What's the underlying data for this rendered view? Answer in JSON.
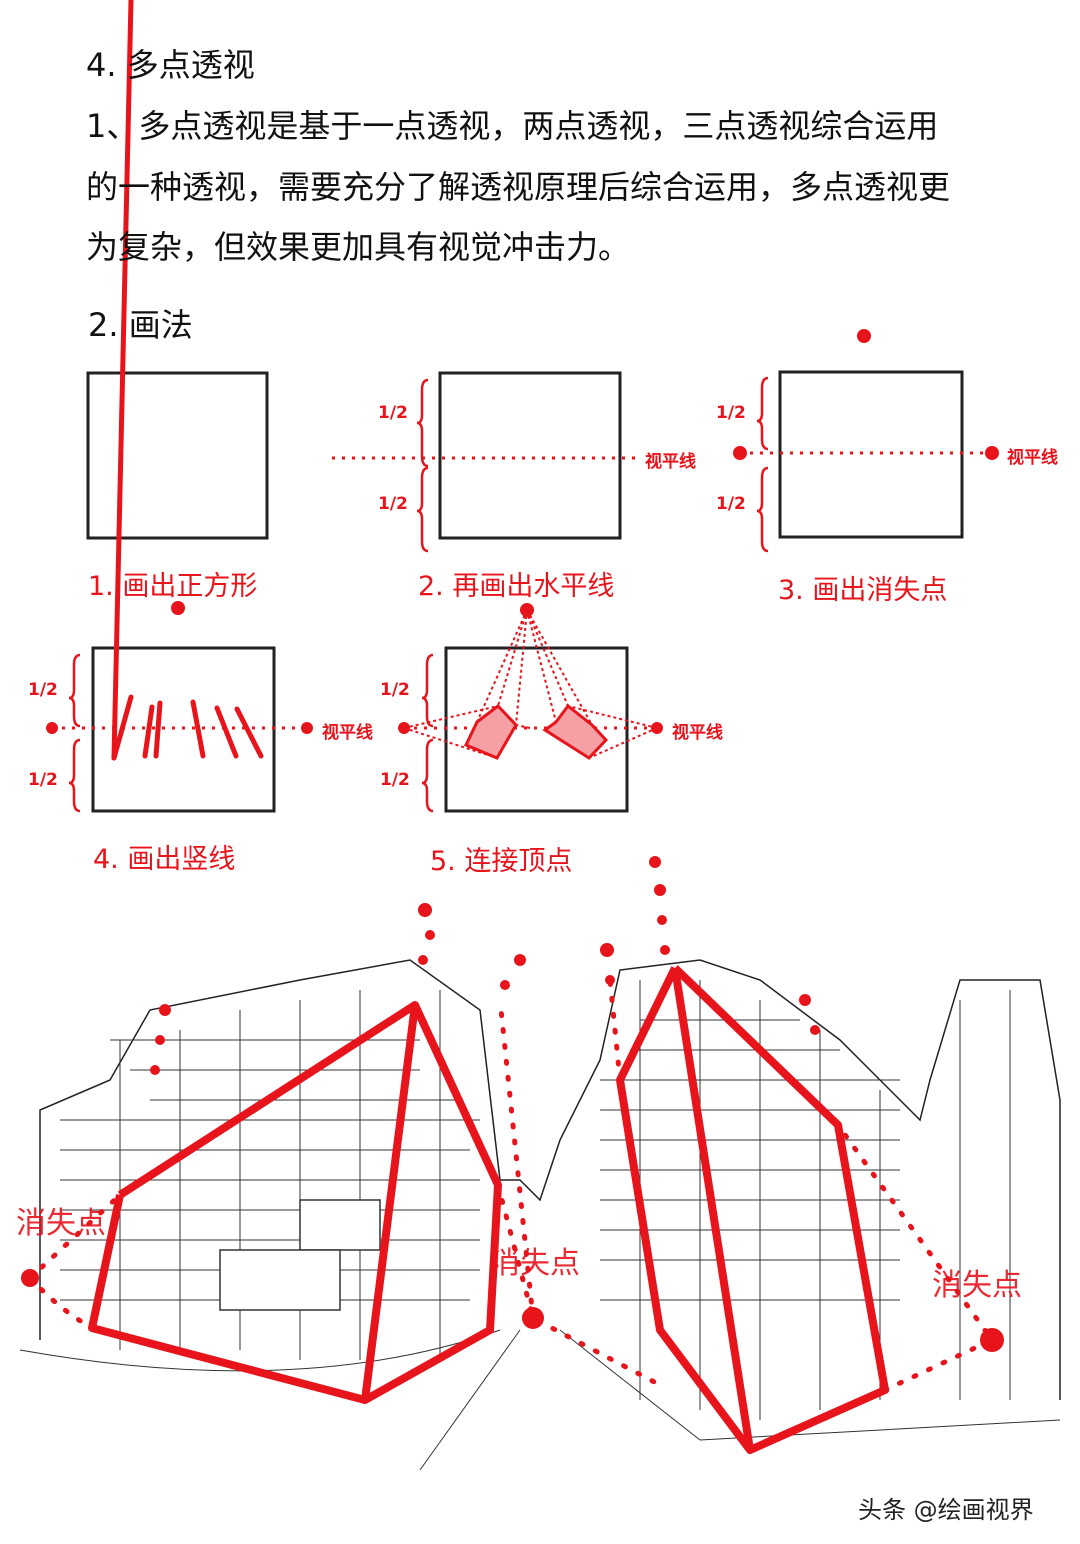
{
  "section_title": "4. 多点透视",
  "paragraph_lines": [
    "1、多点透视是基于一点透视，两点透视，三点透视综合运用",
    "的一种透视，需要充分了解透视原理后综合运用，多点透视更",
    "为复杂，但效果更加具有视觉冲击力。"
  ],
  "method_title": "2. 画法",
  "steps": [
    "1. 画出正方形",
    "2. 再画出水平线",
    "3.  画出消失点",
    "4. 画出竖线",
    "5. 连接顶点"
  ],
  "half_label": "1/2",
  "horizon_label": "视平线",
  "vanishing_point_label": "消失点",
  "watermark": "头条 @绘画视界",
  "colors": {
    "accent": "#e8141c",
    "text": "#111111",
    "fill": "#f4a0a4"
  }
}
